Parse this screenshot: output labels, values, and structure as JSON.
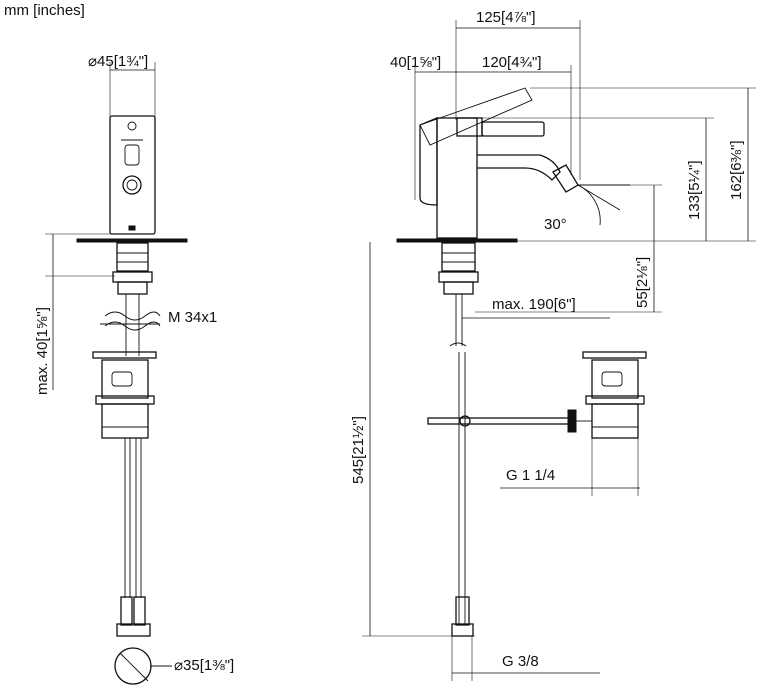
{
  "units": "mm [inches]",
  "front_view": {
    "dia_top": "⌀45[1¾\"]",
    "max_height": "max. 40[1⅝\"]",
    "thread": "M 34x1",
    "dia_bottom": "⌀35[1⅜\"]"
  },
  "side_view": {
    "dim_125": "125[4⅞\"]",
    "dim_40": "40[1⅝\"]",
    "dim_120": "120[4¾\"]",
    "dim_162": "162[6⅜\"]",
    "dim_133": "133[5¼\"]",
    "dim_55": "55[2⅛\"]",
    "angle": "30°",
    "max_190": "max. 190[6\"]",
    "dim_545": "545[21½\"]",
    "g_114": "G 1 1/4",
    "g_38": "G 3/8"
  }
}
